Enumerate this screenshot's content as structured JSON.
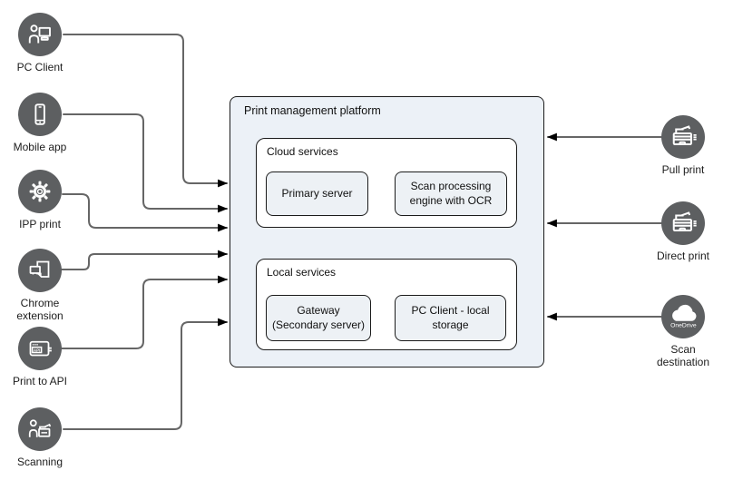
{
  "platform": {
    "title": "Print management platform",
    "groups": [
      {
        "label": "Cloud services",
        "nodes": [
          "Primary server",
          "Scan processing engine with OCR"
        ]
      },
      {
        "label": "Local services",
        "nodes": [
          "Gateway (Secondary server)",
          "PC Client - local storage"
        ]
      }
    ]
  },
  "left": [
    {
      "label": "PC Client",
      "icon": "pc-client-icon"
    },
    {
      "label": "Mobile app",
      "icon": "mobile-phone-icon"
    },
    {
      "label": "IPP print",
      "icon": "gear-icon"
    },
    {
      "label": "Chrome extension",
      "icon": "chrome-extension-icon"
    },
    {
      "label": "Print to API",
      "icon": "api-window-icon",
      "icon_text": "API"
    },
    {
      "label": "Scanning",
      "icon": "person-scanner-icon"
    }
  ],
  "right": [
    {
      "label": "Pull print",
      "icon": "multifunction-printer-icon"
    },
    {
      "label": "Direct print",
      "icon": "multifunction-printer-icon"
    },
    {
      "label": "Scan destination",
      "icon": "onedrive-cloud-icon",
      "badge": "OneDrive"
    }
  ],
  "edges": [
    {
      "from": "PC Client",
      "to": "Print management platform"
    },
    {
      "from": "Mobile app",
      "to": "Print management platform"
    },
    {
      "from": "IPP print",
      "to": "Print management platform"
    },
    {
      "from": "Chrome extension",
      "to": "Print management platform"
    },
    {
      "from": "Print to API",
      "to": "Print management platform"
    },
    {
      "from": "Scanning",
      "to": "Print management platform"
    },
    {
      "from": "Pull print",
      "to": "Print management platform"
    },
    {
      "from": "Direct print",
      "to": "Print management platform"
    },
    {
      "from": "Scan destination",
      "to": "Print management platform"
    }
  ],
  "colors": {
    "icon_circle": "#5d5f61",
    "platform_fill": "#ecf1f7",
    "group_fill": "#ffffff",
    "node_fill": "#edf1f5",
    "border": "#1b1b1b",
    "connector": "#666666",
    "arrowhead": "#000000"
  }
}
